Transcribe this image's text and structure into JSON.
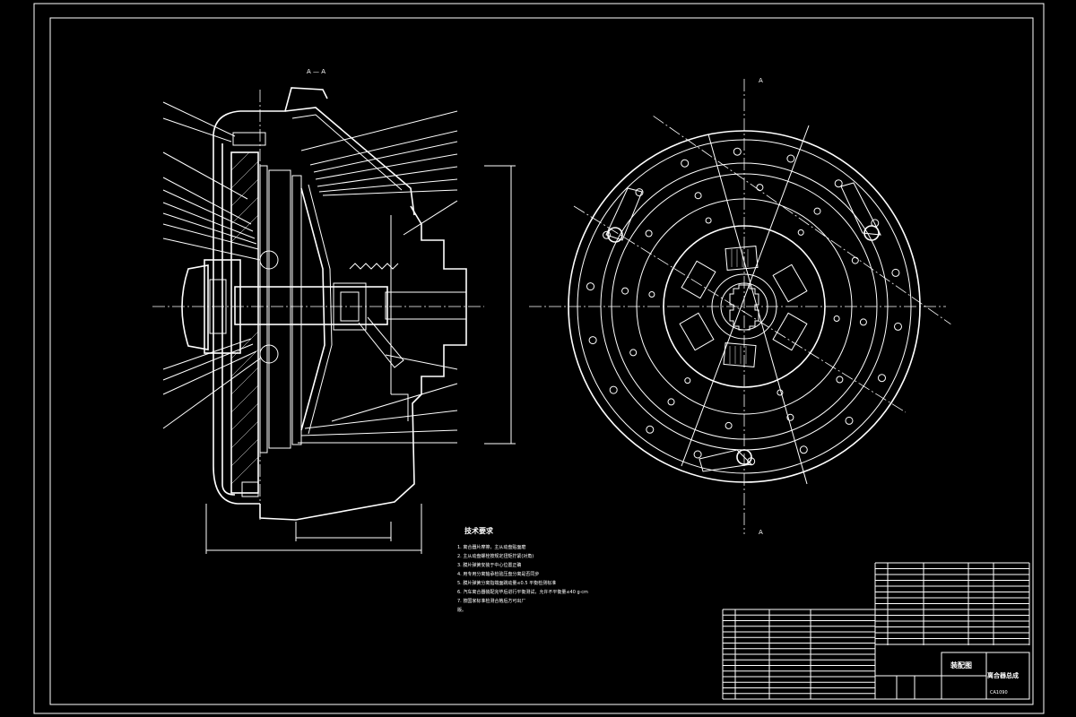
{
  "section_mark": "A — A",
  "view_mark_top": "A",
  "view_mark_bottom": "A",
  "tech_title": "技术要求",
  "tech_notes": [
    "1. 离合器片摩擦，主从动盘贴面磨",
    "2. 主从动盘螺栓按规定扭矩拧紧(对角)",
    "3. 膜片弹簧安装于中心位置正确",
    "4. 用专用分离轴承检验压盘分离是否同步",
    "5. 膜片弹簧分离指端面跳动量≤0.5 平衡检测标准",
    "6. 汽车离合器装配完毕后进行平衡测试，允许不平衡量≤40 g·cm",
    "7. 按国家标准检测合格后方可出厂"
  ],
  "tech_note_tail": "版。",
  "drawing_name": "装配图",
  "product_name": "离合器总成",
  "drawing_code": "CA1090"
}
